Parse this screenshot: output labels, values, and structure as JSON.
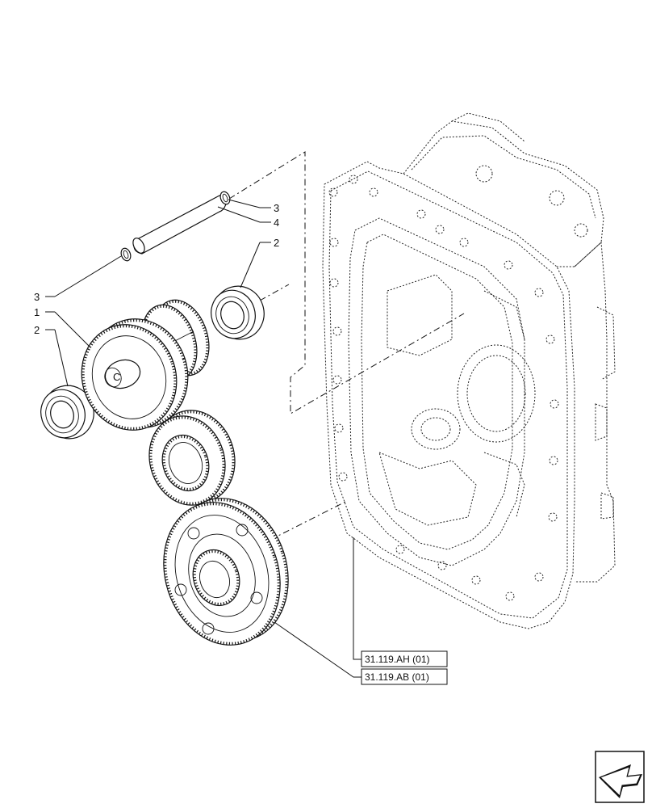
{
  "callouts": {
    "c1": "1",
    "c2_left": "2",
    "c2_right": "2",
    "c3_left": "3",
    "c3_right": "3",
    "c4": "4"
  },
  "references": {
    "ref_ah": "31.119.AH (01)",
    "ref_ab": "31.119.AB (01)"
  },
  "icons": {
    "nav": "next-page-arrow-icon"
  }
}
